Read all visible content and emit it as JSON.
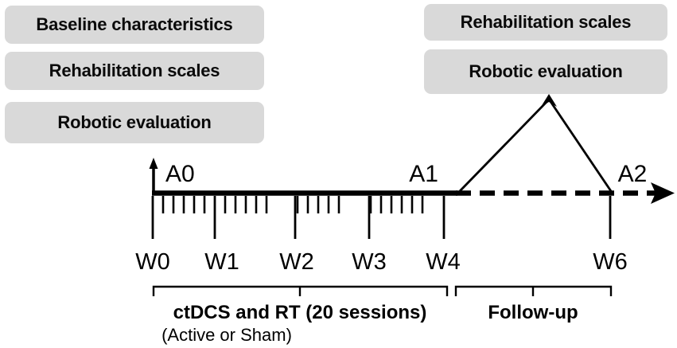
{
  "boxes": {
    "left": [
      {
        "label": "Baseline characteristics"
      },
      {
        "label": "Rehabilitation scales"
      },
      {
        "label": "Robotic evaluation"
      }
    ],
    "right": [
      {
        "label": "Rehabilitation scales"
      },
      {
        "label": "Robotic evaluation"
      }
    ]
  },
  "timepoints": [
    {
      "id": "A0",
      "label": "A0"
    },
    {
      "id": "A1",
      "label": "A1"
    },
    {
      "id": "A2",
      "label": "A2"
    }
  ],
  "weeks": [
    {
      "label": "W0"
    },
    {
      "label": "W1"
    },
    {
      "label": "W2"
    },
    {
      "label": "W3"
    },
    {
      "label": "W4"
    },
    {
      "label": "W6"
    }
  ],
  "phases": {
    "treatment": {
      "title": "ctDCS  and RT (20 sessions)",
      "subtitle": "(Active or Sham)"
    },
    "followup": {
      "title": "Follow-up"
    }
  },
  "colors": {
    "box_fill": "#d9d9d9",
    "stroke": "#000000",
    "background": "#ffffff"
  }
}
